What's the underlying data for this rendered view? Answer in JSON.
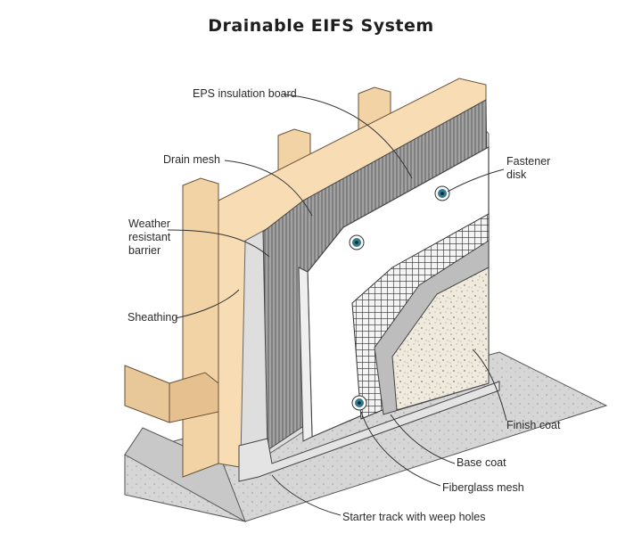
{
  "title": "Drainable EIFS System",
  "labels": {
    "eps": "EPS insulation board",
    "drain_mesh": "Drain mesh",
    "fastener_line1": "Fastener",
    "fastener_line2": "disk",
    "wrb_line1": "Weather",
    "wrb_line2": "resistant",
    "wrb_line3": "barrier",
    "sheathing": "Sheathing",
    "finish_coat": "Finish coat",
    "base_coat": "Base coat",
    "fiberglass_mesh": "Fiberglass mesh",
    "starter_track": "Starter track with weep holes"
  },
  "colors": {
    "wood": "#f1d3a6",
    "wood_dark": "#d9b07a",
    "sheathing": "#f7dcb4",
    "wrb": "#dcdcdc",
    "drain_mesh": "#9a9a9a",
    "eps": "#ffffff",
    "fiberglass": "#3a3a3a",
    "base_coat": "#b9b9b9",
    "finish": "#ece6d6",
    "concrete": "#d2d2d2",
    "fastener": "#2f7a8c",
    "leader": "#333333"
  }
}
